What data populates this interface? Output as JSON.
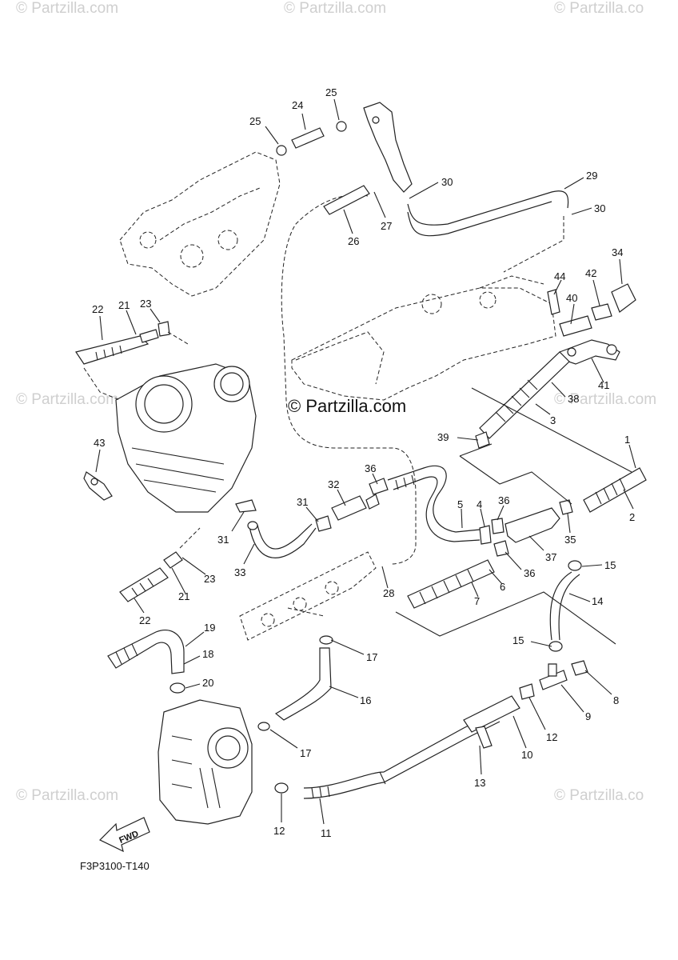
{
  "watermarks": [
    "© Partzilla.com",
    "© Partzilla.com",
    "© Partzilla.co",
    "© Partzilla.com",
    "© Partzilla.com",
    "© Partzilla.com",
    "© Partzilla.co"
  ],
  "brand": "© Partzilla.com",
  "drawing_code": "F3P3100-T140",
  "fwd_label": "FWD",
  "callouts": [
    "24",
    "25",
    "25",
    "30",
    "29",
    "30",
    "27",
    "26",
    "34",
    "44",
    "42",
    "40",
    "22",
    "21",
    "23",
    "41",
    "38",
    "3",
    "43",
    "39",
    "1",
    "36",
    "32",
    "31",
    "5",
    "4",
    "36",
    "2",
    "35",
    "31",
    "33",
    "37",
    "15",
    "23",
    "36",
    "6",
    "28",
    "21",
    "7",
    "14",
    "22",
    "19",
    "17",
    "15",
    "8",
    "18",
    "20",
    "16",
    "9",
    "12",
    "17",
    "10",
    "13",
    "12",
    "11"
  ]
}
